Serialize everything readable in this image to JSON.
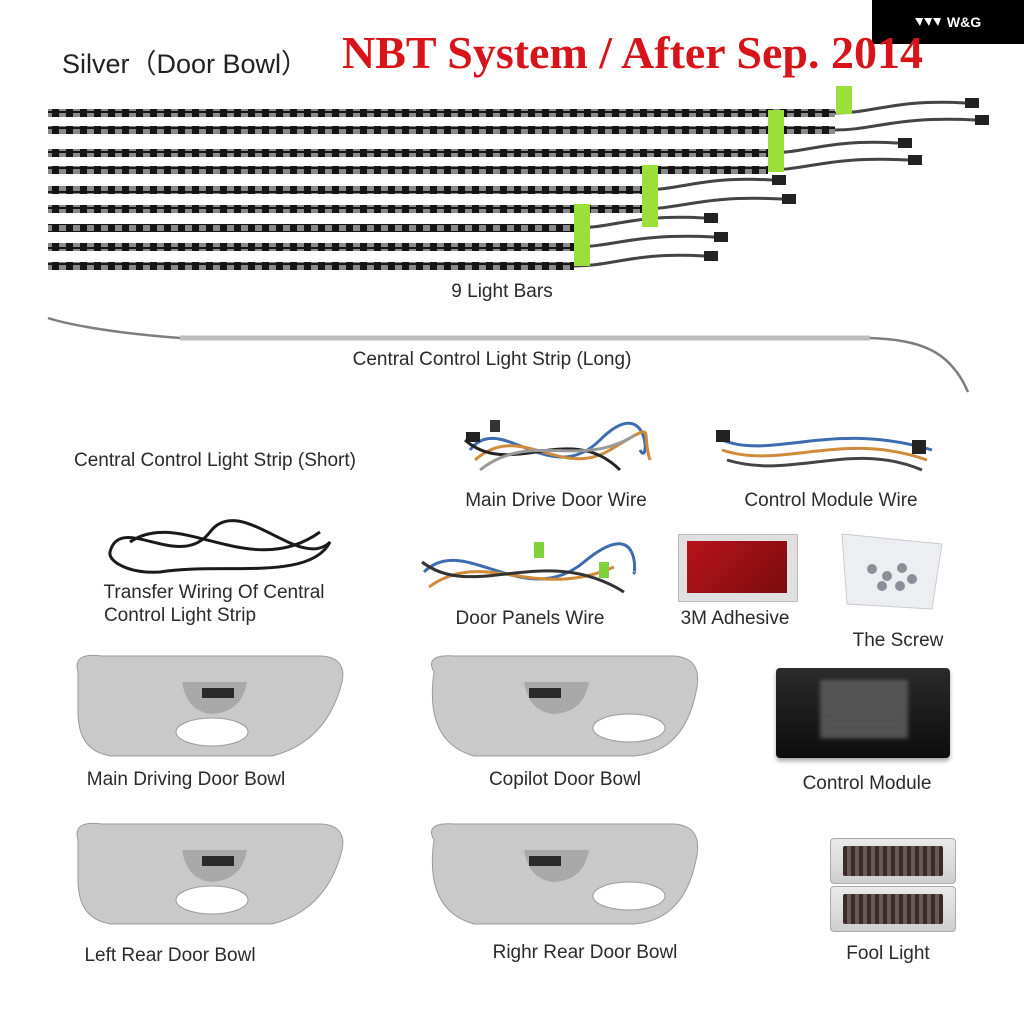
{
  "brand": {
    "logo_text": "W&G"
  },
  "header": {
    "subtitle": "Silver（Door Bowl）",
    "title": "NBT System / After Sep. 2014"
  },
  "items": {
    "light_bars": "9 Light Bars",
    "central_long": "Central Control Light Strip (Long)",
    "central_short": "Central Control Light Strip (Short)",
    "main_drive_wire": "Main Drive Door Wire",
    "control_module_wire": "Control Module Wire",
    "transfer_wiring_line1": "Transfer Wiring Of Central",
    "transfer_wiring_line2": "Control Light Strip",
    "door_panels_wire": "Door Panels Wire",
    "adhesive": "3M Adhesive",
    "screw": "The Screw",
    "main_driving_bowl": "Main Driving Door Bowl",
    "copilot_bowl": "Copilot Door Bowl",
    "control_module": "Control Module",
    "left_rear_bowl": "Left Rear Door Bowl",
    "right_rear_bowl": "Righr Rear Door Bowl",
    "foot_light": "Fool Light"
  },
  "colors": {
    "title_red": "#d8141b",
    "tag_green": "#9be03a",
    "bowl_silver": "#c9c9c9"
  }
}
